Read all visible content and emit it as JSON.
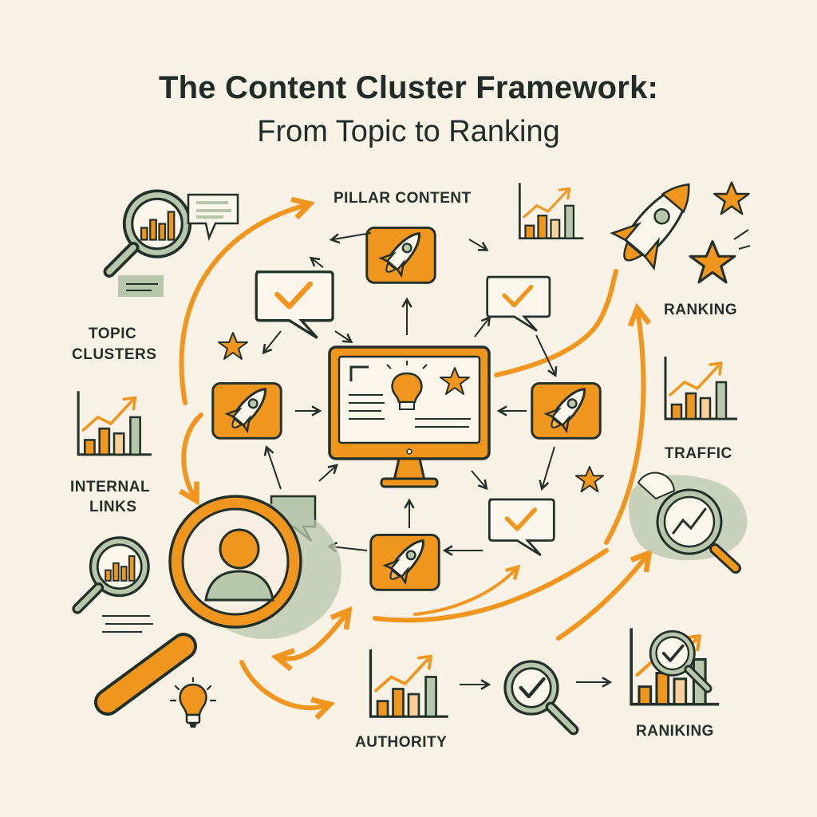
{
  "title": {
    "line1": "The Content Cluster Framework:",
    "line2": "From Topic to Ranking"
  },
  "labels": {
    "pillar_content": "PILLAR CONTENT",
    "topic_clusters_1": "TOPIC",
    "topic_clusters_2": "CLUSTERS",
    "internal_links_1": "INTERNAL",
    "internal_links_2": "LINKS",
    "ranking": "RANKING",
    "traffic": "TRAFFIC",
    "authority": "AUTHORITY",
    "raniking": "RANIKING"
  },
  "icons": [
    "magnifier-chart-icon",
    "speech-bubble-icon",
    "rocket-icon",
    "check-bubble-icon",
    "monitor-lightbulb-icon",
    "star-icon",
    "bar-chart-icon",
    "magnifier-user-icon",
    "lightbulb-icon",
    "magnifier-check-icon",
    "arrow-icon"
  ],
  "colors": {
    "background": "#f7f1e6",
    "orange": "#f0961f",
    "ink": "#22302a",
    "sage": "#b8c7ab"
  }
}
